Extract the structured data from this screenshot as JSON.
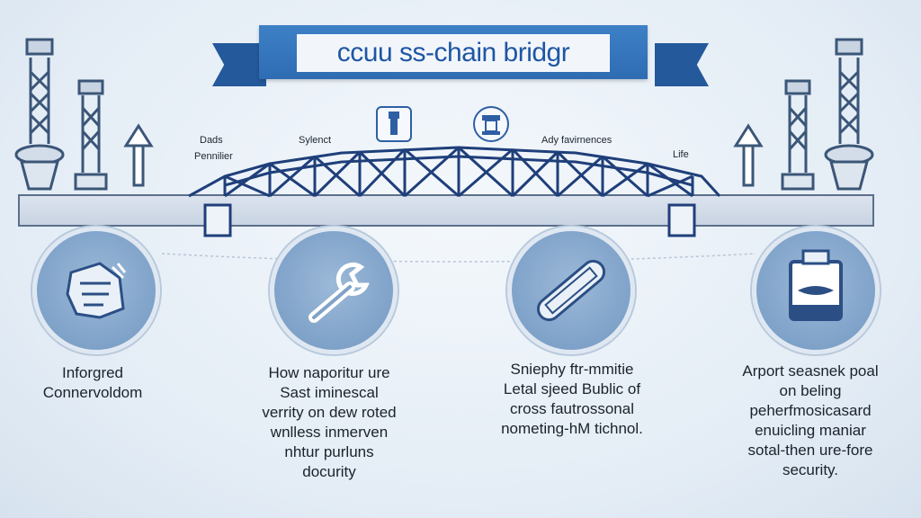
{
  "banner": {
    "title": "ccuu ss-chain bridgr"
  },
  "labels": {
    "left_top": "Dads",
    "left_bottom": "Pennilier",
    "mid_left": "Sylenct",
    "mid_right": "Ady favirnences",
    "right": "Life"
  },
  "cards": [
    {
      "icon": "map-document-icon",
      "lines": [
        "Inforgred",
        "Connervoldom"
      ]
    },
    {
      "icon": "wrench-icon",
      "lines": [
        "How naporitur ure",
        "Sast iminescal",
        "verrity on dew roted",
        "wnlless inmerven",
        "nhtur purluns",
        "docurity"
      ]
    },
    {
      "icon": "token-bar-icon",
      "lines": [
        "Sniephy ftr-mmitie",
        "Letal sjeed  Bublic of",
        "cross fautrossonal",
        "nometing-hM tichnol."
      ]
    },
    {
      "icon": "battery-box-icon",
      "lines": [
        "Arport seasnek poal",
        "on beling",
        "peherfmosicasard",
        "enuicling maniar",
        "sotal-then ure-fore",
        "security."
      ]
    }
  ],
  "colors": {
    "accent": "#2f6cb3",
    "bridge": "#1f3f7a",
    "circle": "#7fa2c9"
  }
}
